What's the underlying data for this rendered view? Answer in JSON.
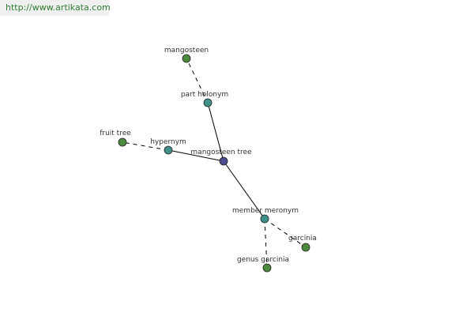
{
  "watermark": "http://www.artikata.com",
  "colors": {
    "center": "#4b4b8f",
    "relation": "#3f8f8a",
    "leaf": "#4e8a3e",
    "edge": "#000000"
  },
  "nodes": {
    "mangosteen_tree": "mangosteen tree",
    "part_holonym": "part holonym",
    "mangosteen": "mangosteen",
    "hypernym": "hypernym",
    "fruit_tree": "fruit tree",
    "member_meronym": "member meronym",
    "garcinia": "garcinia",
    "genus_garcinia": "genus garcinia"
  }
}
